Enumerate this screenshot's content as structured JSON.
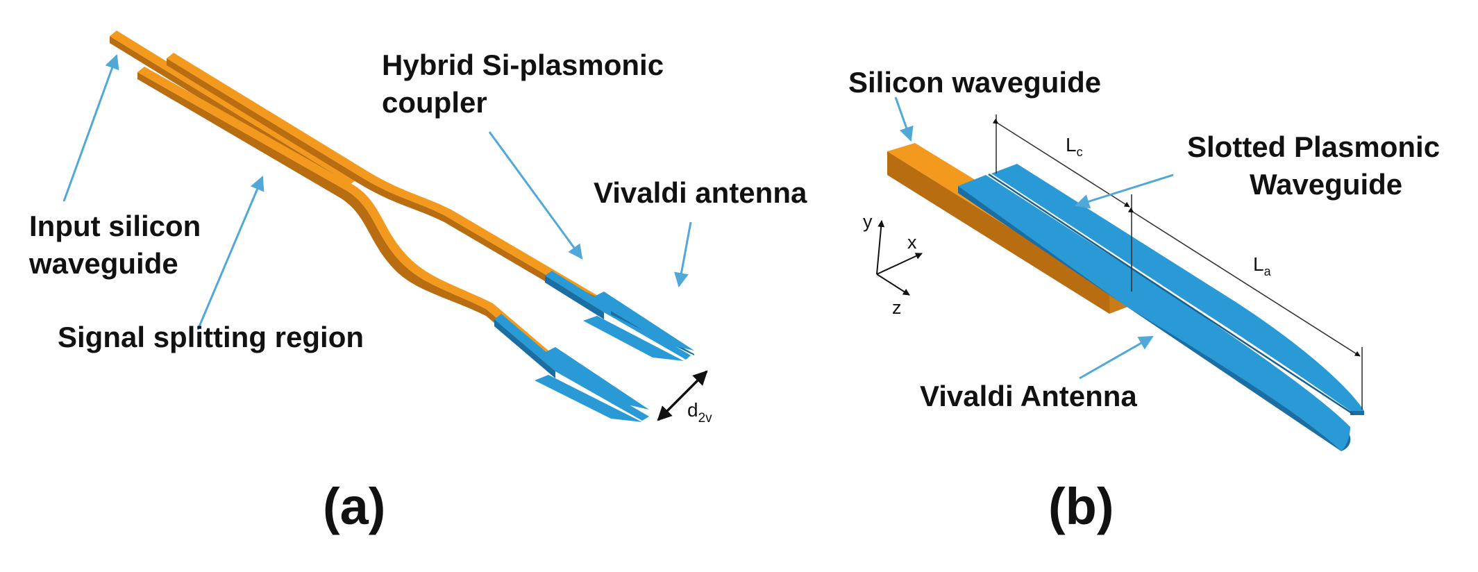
{
  "panel_a": {
    "label": "(a)",
    "callouts": {
      "input": [
        "Input silicon",
        "waveguide"
      ],
      "split": "Signal splitting region",
      "coupler": [
        "Hybrid Si-plasmonic",
        "coupler"
      ],
      "vivaldi": "Vivaldi antenna"
    },
    "dimension": {
      "symbol": "d",
      "subscript": "2v"
    }
  },
  "panel_b": {
    "label": "(b)",
    "callouts": {
      "silicon": "Silicon waveguide",
      "slotted": [
        "Slotted Plasmonic",
        "Waveguide"
      ],
      "vivaldi": "Vivaldi Antenna"
    },
    "dimensions": {
      "lc": {
        "symbol": "L",
        "subscript": "c"
      },
      "la": {
        "symbol": "L",
        "subscript": "a"
      }
    },
    "axes": {
      "x": "x",
      "y": "y",
      "z": "z"
    }
  },
  "colors": {
    "silicon_top": "#f39a1e",
    "silicon_side": "#b86d10",
    "plasmonic_top": "#2a9ad6",
    "plasmonic_side": "#1a6ea3",
    "callout_arrow": "#4fa8d8",
    "dimension_line": "#333333"
  }
}
